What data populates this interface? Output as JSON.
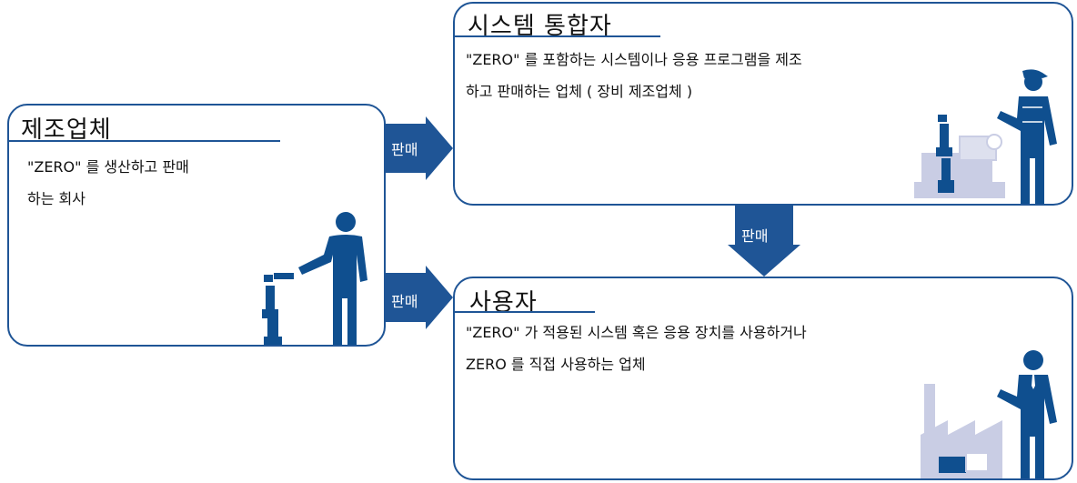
{
  "colors": {
    "accent": "#1f5596",
    "figure": "#0f4f8f",
    "machine": "#c9cde4"
  },
  "manufacturer": {
    "title": "제조업체",
    "desc_line1": "\"ZERO\" 를 생산하고 판매",
    "desc_line2": "하는 회사"
  },
  "integrator": {
    "title": "시스템 통합자",
    "desc_line1": "\"ZERO\" 를 포함하는 시스템이나 응용 프로그램을 제조",
    "desc_line2": "하고 판매하는 업체 ( 장비 제조업체 )"
  },
  "user": {
    "title": "사용자",
    "desc_line1": "\"ZERO\" 가 적용된 시스템 혹은 응용 장치를 사용하거나",
    "desc_line2": "ZERO 를 직접 사용하는 업체"
  },
  "arrows": {
    "to_integrator": "판매",
    "to_user_from_integrator": "판매",
    "to_user_from_manufacturer": "판매"
  },
  "icons": [
    "person-icon",
    "robot-arm-icon",
    "worker-icon",
    "machine-icon",
    "factory-icon"
  ]
}
